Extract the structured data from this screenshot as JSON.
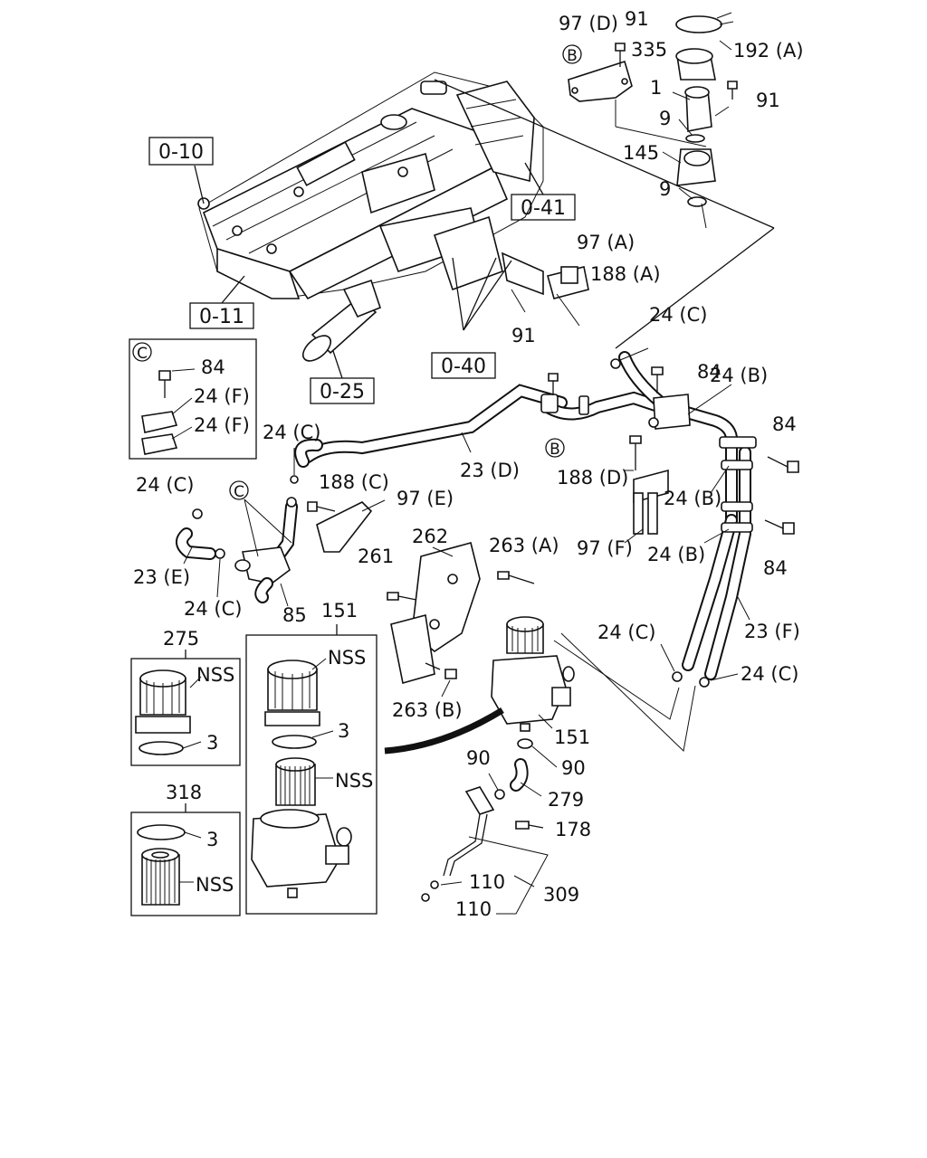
{
  "ref_boxes": [
    "0-10",
    "0-41",
    "0-11",
    "0-40",
    "0-25"
  ],
  "circle_markers": [
    "B",
    "B",
    "C",
    "C"
  ],
  "labels": {
    "l_97d": "97 (D)",
    "l_91a": "91",
    "l_335": "335",
    "l_192a": "192 (A)",
    "l_1": "1",
    "l_91b": "91",
    "l_9a": "9",
    "l_145": "145",
    "l_9b": "9",
    "l_97a": "97 (A)",
    "l_188a": "188 (A)",
    "l_24c_top": "24 (C)",
    "l_91c": "91",
    "l_84a": "84",
    "l_24b_a": "24 (B)",
    "l_84b": "84",
    "l_84c": "84",
    "l_24f_a": "24 (F)",
    "l_24f_b": "24 (F)",
    "l_24c_a": "24 (C)",
    "l_23d": "23 (D)",
    "l_188d": "188 (D)",
    "l_24b_b": "24 (B)",
    "l_24c_b": "24 (C)",
    "l_188c": "188 (C)",
    "l_97e": "97 (E)",
    "l_97f": "97 (F)",
    "l_24b_c": "24 (B)",
    "l_84d": "84",
    "l_262": "262",
    "l_263a": "263 (A)",
    "l_261": "261",
    "l_23e": "23 (E)",
    "l_24c_c": "24 (C)",
    "l_85": "85",
    "l_151a": "151",
    "l_275": "275",
    "l_nss1": "NSS",
    "l_nss2": "NSS",
    "l_3a": "3",
    "l_3b": "3",
    "l_23f": "23 (F)",
    "l_24c_d": "24 (C)",
    "l_24c_e": "24 (C)",
    "l_263b": "263 (B)",
    "l_151b": "151",
    "l_nss3": "NSS",
    "l_90a": "90",
    "l_90b": "90",
    "l_279": "279",
    "l_318": "318",
    "l_3c": "3",
    "l_178": "178",
    "l_nss4": "NSS",
    "l_110a": "110",
    "l_309": "309",
    "l_110b": "110"
  }
}
